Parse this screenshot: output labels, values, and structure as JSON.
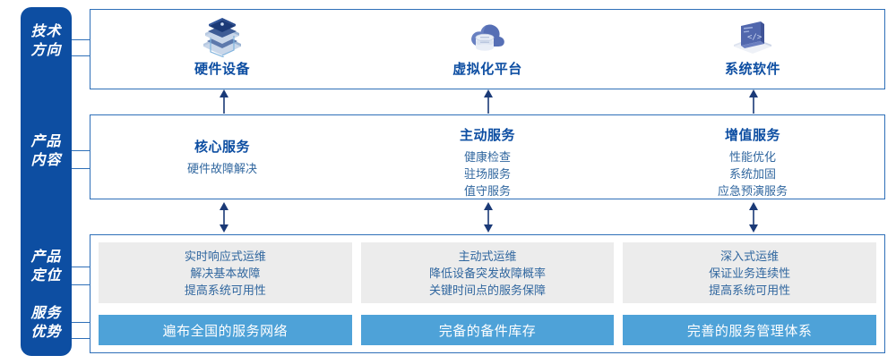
{
  "colors": {
    "rail_blue": "#0d4ea2",
    "panel_border": "#2e6fb8",
    "title_blue": "#0d4ea2",
    "body_blue": "#31679f",
    "gray_box": "#ececec",
    "bar_blue": "#4ea2d8",
    "bar_text": "#ffffff"
  },
  "rail": {
    "labels": [
      {
        "name": "tech-direction",
        "line1": "技术",
        "line2": "方向"
      },
      {
        "name": "product-content",
        "line1": "产品",
        "line2": "内容"
      },
      {
        "name": "product-positioning",
        "line1": "产品",
        "line2": "定位"
      },
      {
        "name": "service-advantage",
        "line1": "服务",
        "line2": "优势"
      }
    ]
  },
  "tech_row": {
    "columns": [
      {
        "icon": "server-stack-icon",
        "title": "硬件设备"
      },
      {
        "icon": "cloud-database-icon",
        "title": "虚拟化平台"
      },
      {
        "icon": "laptop-code-icon",
        "title": "系统软件"
      }
    ]
  },
  "content_row": {
    "columns": [
      {
        "title": "核心服务",
        "items": [
          "硬件故障解决"
        ]
      },
      {
        "title": "主动服务",
        "items": [
          "健康检查",
          "驻场服务",
          "值守服务"
        ]
      },
      {
        "title": "增值服务",
        "items": [
          "性能优化",
          "系统加固",
          "应急预演服务"
        ]
      }
    ]
  },
  "bottom_row": {
    "columns": [
      {
        "gray_lines": [
          "实时响应式运维",
          "解决基本故障",
          "提高系统可用性"
        ],
        "bar": "遍布全国的服务网络"
      },
      {
        "gray_lines": [
          "主动式运维",
          "降低设备突发故障概率",
          "关键时间点的服务保障"
        ],
        "bar": "完备的备件库存"
      },
      {
        "gray_lines": [
          "深入式运维",
          "保证业务连续性",
          "提高系统可用性"
        ],
        "bar": "完善的服务管理体系"
      }
    ]
  },
  "arrows": {
    "tech_to_content": "arrow-up",
    "content_to_bottom": "arrow-bidirectional"
  }
}
